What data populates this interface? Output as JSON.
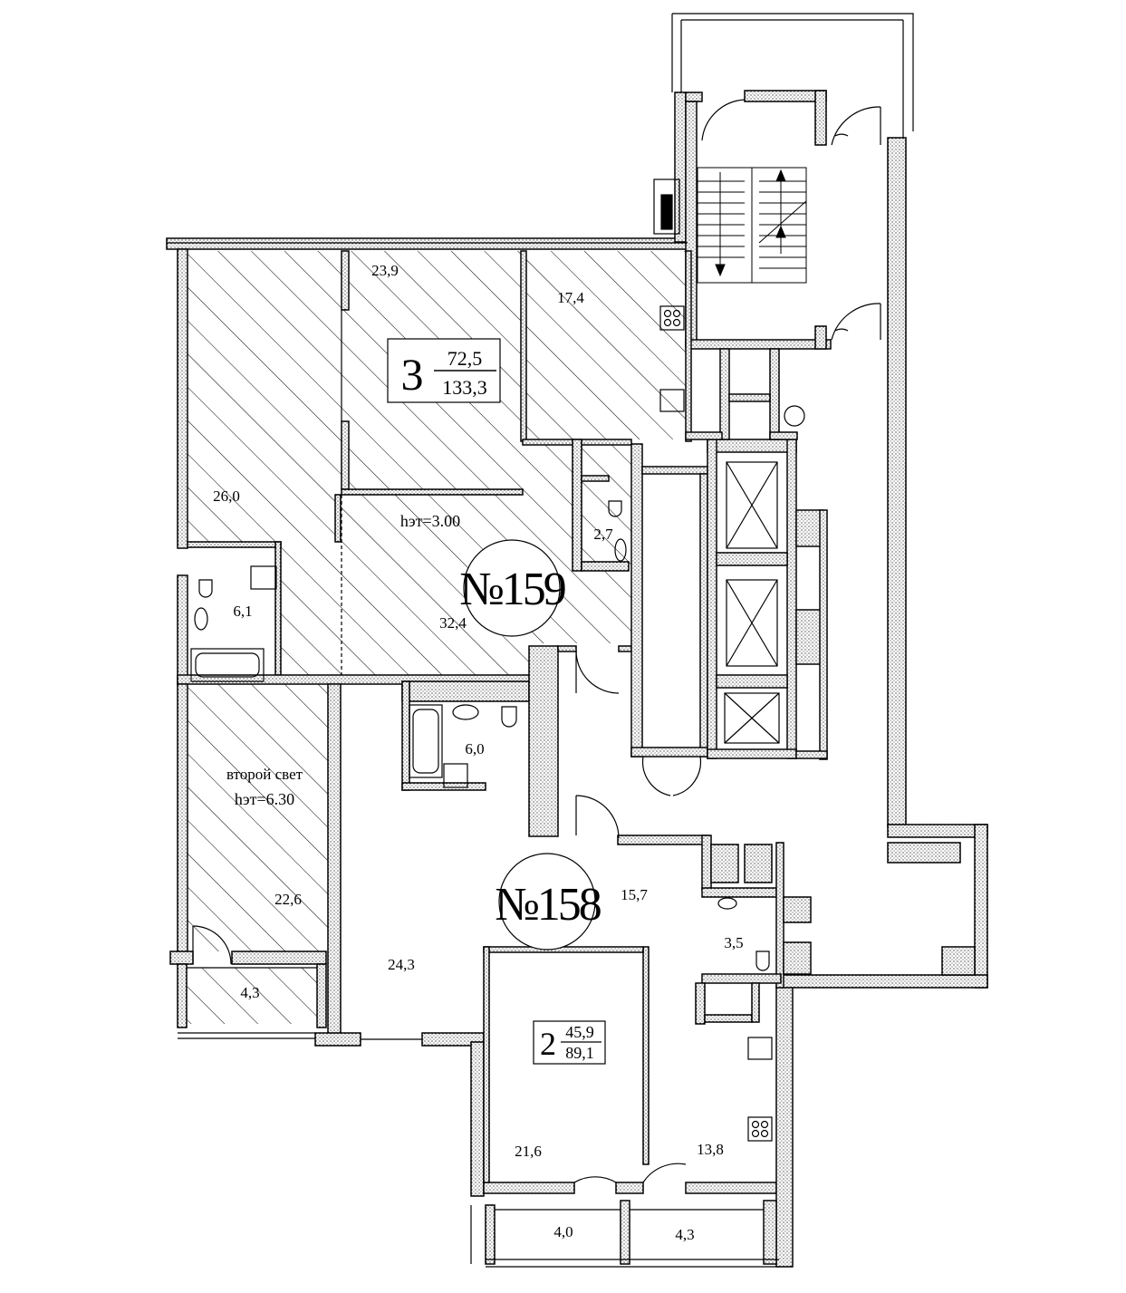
{
  "apartments": {
    "a159": {
      "label": "№159",
      "rooms": "3",
      "living_area": "72,5",
      "total_area": "133,3",
      "ceiling": "hэт=3.00",
      "room_areas": {
        "bedroom_top": "23,9",
        "room_top_right": "17,4",
        "room_left": "26,0",
        "living": "32,4",
        "wc": "2,7",
        "bath": "6,1"
      }
    },
    "a158": {
      "label": "№158",
      "rooms": "2",
      "living_area": "45,9",
      "total_area": "89,1",
      "room_areas": {
        "bath": "6,0",
        "hall": "15,7",
        "wc": "3,5",
        "room_left": "24,3",
        "room_main": "21,6",
        "kitchen": "13,8",
        "balcony_left": "4,0",
        "balcony_right": "4,3"
      }
    },
    "second_light": {
      "label": "второй свет",
      "height": "hэт=6.30",
      "area": "22,6",
      "balcony": "4,3"
    }
  },
  "colors": {
    "wall": "#000000",
    "hatch": "#000000",
    "background": "#ffffff"
  }
}
